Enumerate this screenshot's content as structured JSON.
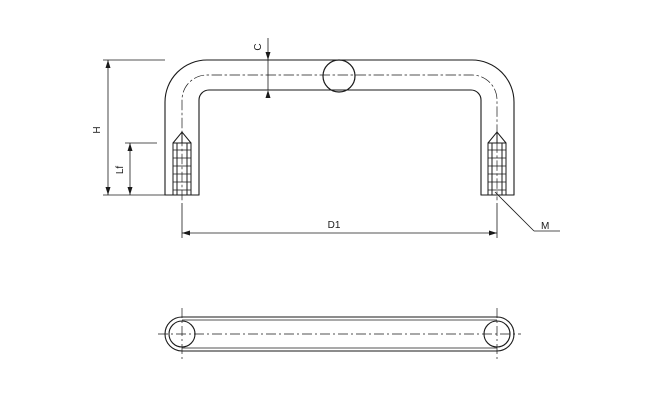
{
  "drawing": {
    "front_view": {
      "labels": {
        "height": "H",
        "wall": "C",
        "thread_length": "Lf",
        "center_distance": "D1",
        "thread": "M"
      }
    },
    "top_view": {}
  },
  "colors": {
    "line": "#1a1a1a",
    "background": "#ffffff"
  }
}
